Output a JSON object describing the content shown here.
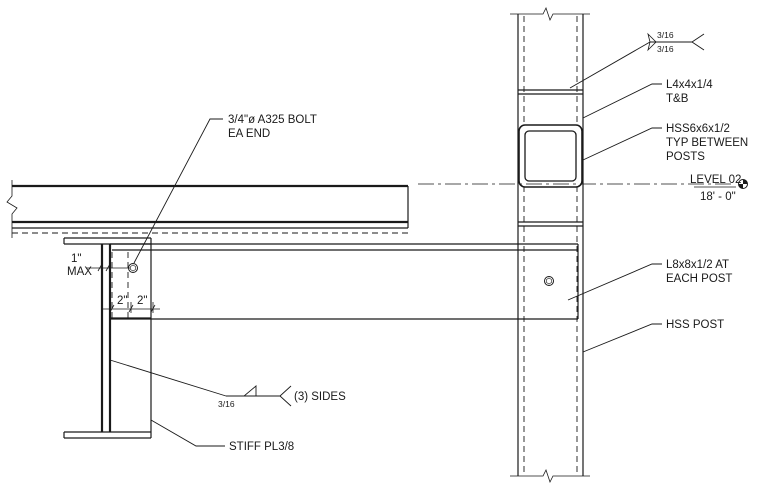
{
  "labels": {
    "bolt_line1": "3/4\"ø A325 BOLT",
    "bolt_line2": "EA END",
    "angle_tb_line1": "L4x4x1/4",
    "angle_tb_line2": "T&B",
    "hss_between_line1": "HSS6x6x1/2",
    "hss_between_line2": "TYP BETWEEN",
    "hss_between_line3": "POSTS",
    "level_name": "LEVEL 02",
    "level_elev": "18' - 0\"",
    "angle_post_line1": "L8x8x1/2 AT",
    "angle_post_line2": "EACH POST",
    "hss_post": "HSS POST",
    "weld_sides": "(3) SIDES",
    "stiff_plate": "STIFF PL3/8"
  },
  "weld_top": {
    "size_top": "3/16",
    "size_bottom": "3/16"
  },
  "weld_bottom": {
    "size": "3/16"
  },
  "dimensions": {
    "max_value": "1\"",
    "max_word": "MAX",
    "edge_dist_1": "2\"",
    "edge_dist_2": "2\""
  }
}
